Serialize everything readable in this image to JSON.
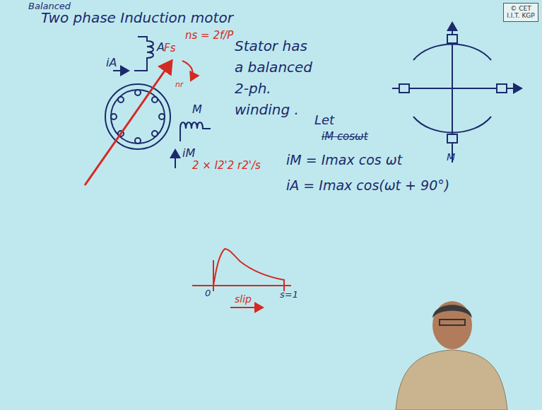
{
  "diagram": {
    "title": "Two phase Induction motor",
    "nodes": [
      {
        "text": [
          "© CET I.I.T. KGP"
        ]
      }
    ],
    "labels": [
      "Balanced",
      "iA",
      "A",
      "Fs",
      "ns = 2f/P",
      "Stator has a balanced 2-ph. winding .",
      "nr",
      "M",
      "iM",
      "Let",
      "iM cosωt",
      "2 × I2'2 r2'/s",
      "iM = Imax cos ωt",
      "iA = Imax cos(ωt + 90°)",
      "0",
      "s=1",
      "slip",
      "M"
    ]
  }
}
